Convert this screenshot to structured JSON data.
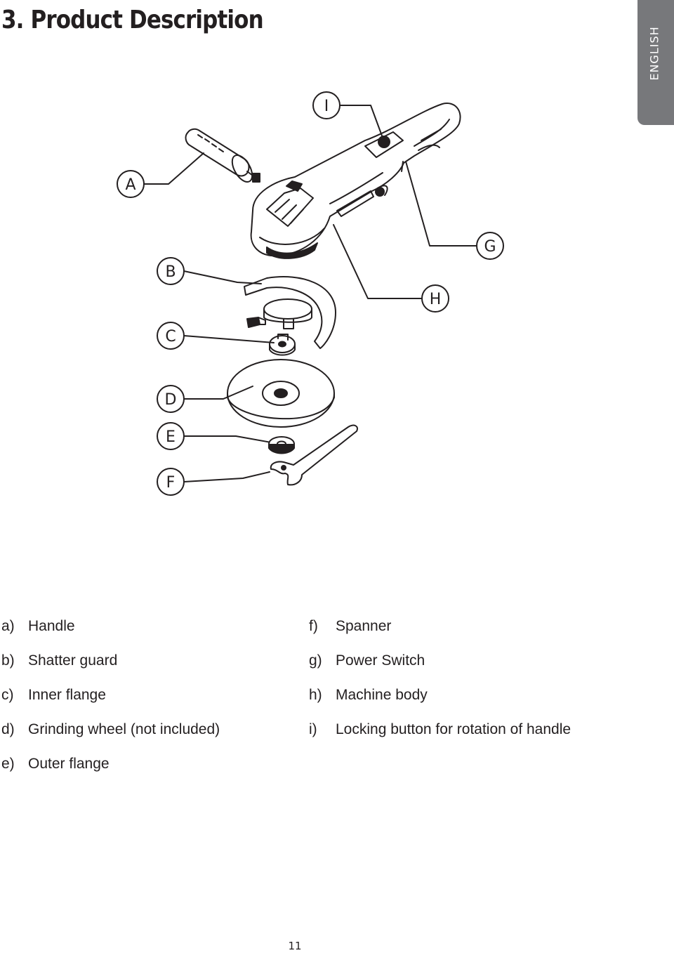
{
  "page": {
    "title": "3. Product Description",
    "language_tab": "ENGLISH",
    "page_number": "11"
  },
  "diagram": {
    "callouts": {
      "I": "I",
      "A": "A",
      "G": "G",
      "B": "B",
      "H": "H",
      "C": "C",
      "D": "D",
      "E": "E",
      "F": "F"
    }
  },
  "legend": {
    "left": [
      {
        "key": "a)",
        "text": "Handle"
      },
      {
        "key": "b)",
        "text": "Shatter guard"
      },
      {
        "key": "c)",
        "text": "Inner flange"
      },
      {
        "key": "d)",
        "text": "Grinding wheel (not included)"
      },
      {
        "key": "e)",
        "text": "Outer flange"
      }
    ],
    "right": [
      {
        "key": "f)",
        "text": "Spanner"
      },
      {
        "key": "g)",
        "text": "Power Switch"
      },
      {
        "key": "h)",
        "text": "Machine body"
      },
      {
        "key": "i)",
        "text": "Locking button for rotation of handle"
      }
    ]
  }
}
